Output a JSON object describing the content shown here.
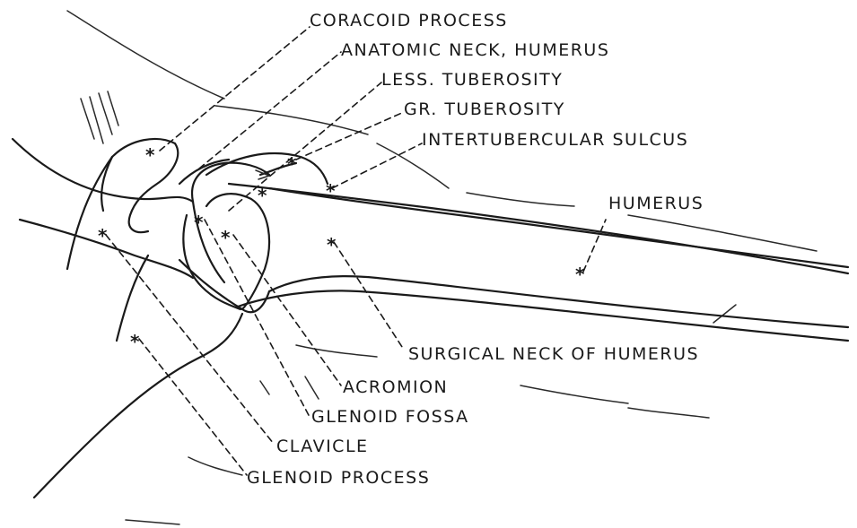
{
  "diagram": {
    "labels": {
      "coracoid_process": "CORACOID PROCESS",
      "anatomic_neck": "ANATOMIC NECK, HUMERUS",
      "lesser_tuberosity": "LESS. TUBEROSITY",
      "greater_tuberosity": "GR. TUBEROSITY",
      "intertubercular_sulcus": "INTERTUBERCULAR SULCUS",
      "humerus": "HUMERUS",
      "surgical_neck": "SURGICAL NECK OF HUMERUS",
      "acromion": "ACROMION",
      "glenoid_fossa": "GLENOID FOSSA",
      "clavicle": "CLAVICLE",
      "glenoid_process": "GLENOID PROCESS"
    },
    "marker_glyph": "*",
    "ink_color": "#1a1a1a"
  }
}
